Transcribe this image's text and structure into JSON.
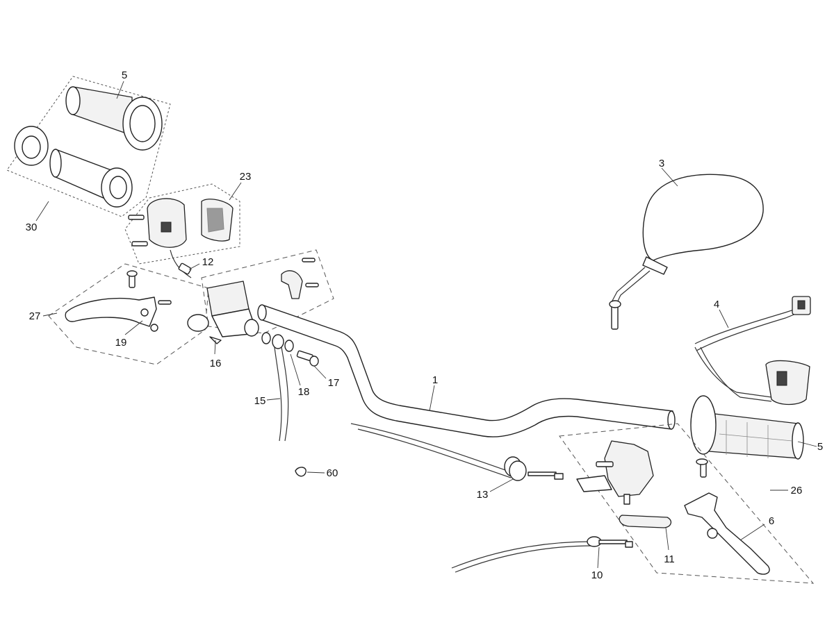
{
  "callouts": [
    {
      "id": "c1",
      "text": "1"
    },
    {
      "id": "c3",
      "text": "3"
    },
    {
      "id": "c4",
      "text": "4"
    },
    {
      "id": "c5a",
      "text": "5"
    },
    {
      "id": "c5b",
      "text": "5"
    },
    {
      "id": "c6",
      "text": "6"
    },
    {
      "id": "c10",
      "text": "10"
    },
    {
      "id": "c11",
      "text": "11"
    },
    {
      "id": "c12",
      "text": "12"
    },
    {
      "id": "c13",
      "text": "13"
    },
    {
      "id": "c15",
      "text": "15"
    },
    {
      "id": "c16",
      "text": "16"
    },
    {
      "id": "c17",
      "text": "17"
    },
    {
      "id": "c18",
      "text": "18"
    },
    {
      "id": "c19",
      "text": "19"
    },
    {
      "id": "c23",
      "text": "23"
    },
    {
      "id": "c26",
      "text": "26"
    },
    {
      "id": "c27",
      "text": "27"
    },
    {
      "id": "c30",
      "text": "30"
    },
    {
      "id": "c60",
      "text": "60"
    }
  ]
}
